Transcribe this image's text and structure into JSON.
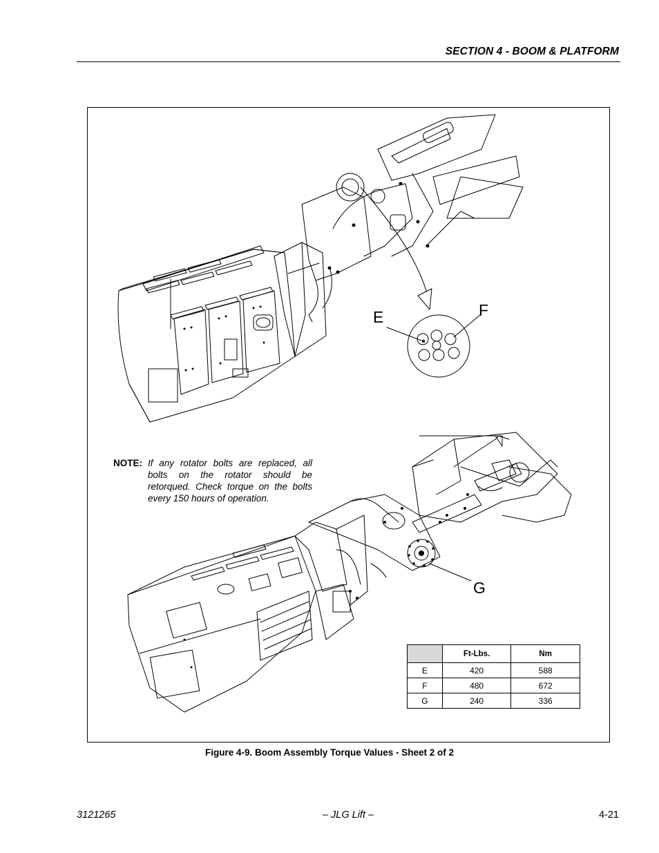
{
  "header": {
    "section_title": "SECTION 4 - BOOM & PLATFORM"
  },
  "figure": {
    "note_label": "NOTE:",
    "note_text": "If any rotator bolts are replaced, all bolts on the rotator should be retorqued. Check torque on the bolts every 150 hours of operation.",
    "callouts": {
      "e": "E",
      "f": "F",
      "g": "G"
    },
    "table": {
      "headers": [
        "",
        "Ft-Lbs.",
        "Nm"
      ],
      "rows": [
        {
          "label": "E",
          "ftlbs": "420",
          "nm": "588"
        },
        {
          "label": "F",
          "ftlbs": "480",
          "nm": "672"
        },
        {
          "label": "G",
          "ftlbs": "240",
          "nm": "336"
        }
      ]
    },
    "caption": "Figure 4-9.  Boom Assembly Torque Values - Sheet 2 of 2"
  },
  "footer": {
    "doc_number": "3121265",
    "publisher": "– JLG Lift –",
    "page_number": "4-21"
  }
}
